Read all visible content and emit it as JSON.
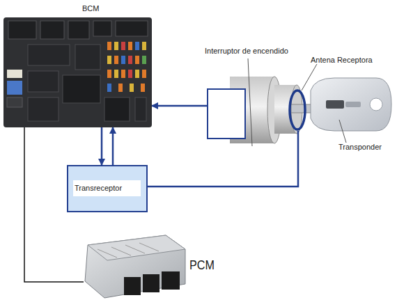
{
  "diagram": {
    "nodes": [
      {
        "text": [
          "BCM"
        ]
      },
      {
        "text": [
          "Interruptor de encendido"
        ]
      },
      {
        "text": [
          "Antena Receptora"
        ]
      },
      {
        "text": [
          "Transreceptor"
        ]
      },
      {
        "text": [
          "PCM"
        ]
      }
    ],
    "edges": [
      {
        "from": 1,
        "to": 0,
        "arrow": "to"
      },
      {
        "from": 0,
        "to": 3,
        "arrow": "to"
      },
      {
        "from": 3,
        "to": 0,
        "arrow": "to"
      },
      {
        "from": 3,
        "to": 2,
        "arrow": "none"
      },
      {
        "from": 0,
        "to": 4,
        "arrow": "none"
      }
    ],
    "labels": [
      "Transponder"
    ]
  }
}
